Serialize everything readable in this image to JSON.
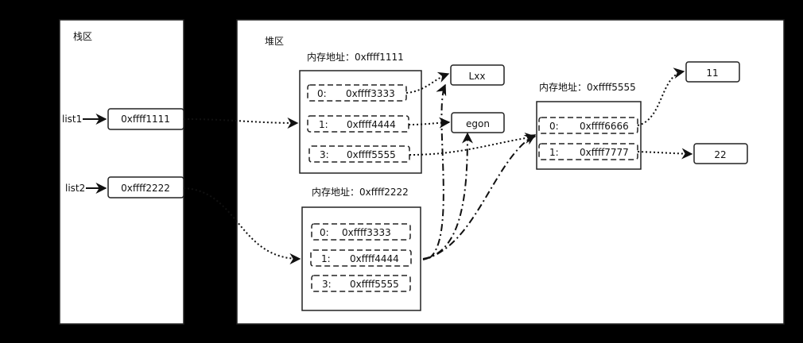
{
  "regions": {
    "stack": {
      "label": "栈区"
    },
    "heap": {
      "label": "堆区"
    }
  },
  "stack": {
    "list1": {
      "name": "list1",
      "value": "0xffff1111"
    },
    "list2": {
      "name": "list2",
      "value": "0xffff2222"
    }
  },
  "objects": {
    "obj1": {
      "address_label": "内存地址：0xffff1111",
      "slots": [
        {
          "index": "0:",
          "value": "0xffff3333"
        },
        {
          "index": "1:",
          "value": "0xffff4444"
        },
        {
          "index": "3:",
          "value": "0xffff5555"
        }
      ]
    },
    "obj2": {
      "address_label": "内存地址：0xffff2222",
      "slots": [
        {
          "index": "0:",
          "value": "0xffff3333"
        },
        {
          "index": "1:",
          "value": "0xffff4444"
        },
        {
          "index": "3:",
          "value": "0xffff5555"
        }
      ]
    },
    "obj3": {
      "address_label": "内存地址：0xffff5555",
      "slots": [
        {
          "index": "0:",
          "value": "0xffff6666"
        },
        {
          "index": "1:",
          "value": "0xffff7777"
        }
      ]
    }
  },
  "values": {
    "lxx": "Lxx",
    "egon": "egon",
    "n11": "11",
    "n22": "22"
  }
}
